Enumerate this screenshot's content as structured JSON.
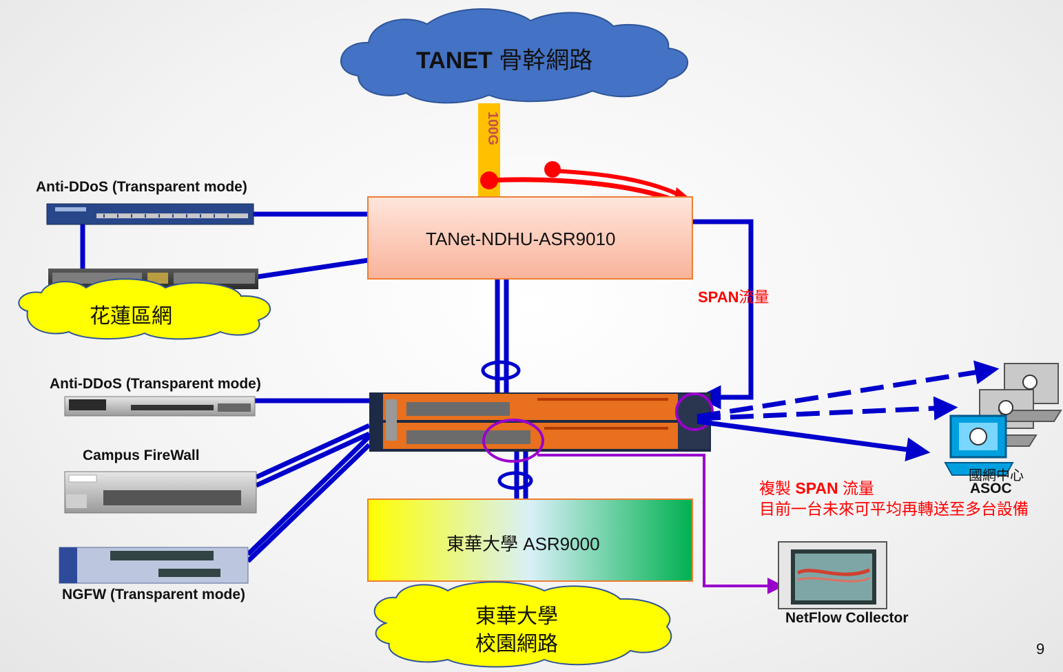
{
  "cloud_top": {
    "bold": "TANET",
    "rest": " 骨幹網路"
  },
  "link_100g": "100G",
  "router_asr9010": "TANet-NDHU-ASR9010",
  "anti_ddos_1": "Anti-DDoS (Transparent mode)",
  "hualien_cloud": "花蓮區網",
  "span_label": {
    "bold": "SPAN",
    "rest": "流量"
  },
  "anti_ddos_2": "Anti-DDoS (Transparent mode)",
  "campus_firewall": "Campus FireWall",
  "ngfw": "NGFW (Transparent mode)",
  "ndhu_router": "東華大學 ASR9000",
  "ndhu_cloud": {
    "line1": "東華大學",
    "line2": "校園網路"
  },
  "asoc": {
    "line1": "國網中心",
    "line2": "ASOC"
  },
  "span_copy_note": {
    "line1_pre": "複製 ",
    "line1_bold": "SPAN",
    "line1_post": " 流量",
    "line2": "目前一台未來可平均再轉送至多台設備"
  },
  "netflow_collector": "NetFlow Collector",
  "page_number": "9",
  "colors": {
    "cloud_blue": "#4472c4",
    "cloud_yellow": "#ffff00",
    "link_blue": "#0000cc",
    "span_red": "#ff0000",
    "netflow_purple": "#9900cc",
    "orange_link": "#ffc000",
    "gigamon_orange": "#e8701e"
  }
}
